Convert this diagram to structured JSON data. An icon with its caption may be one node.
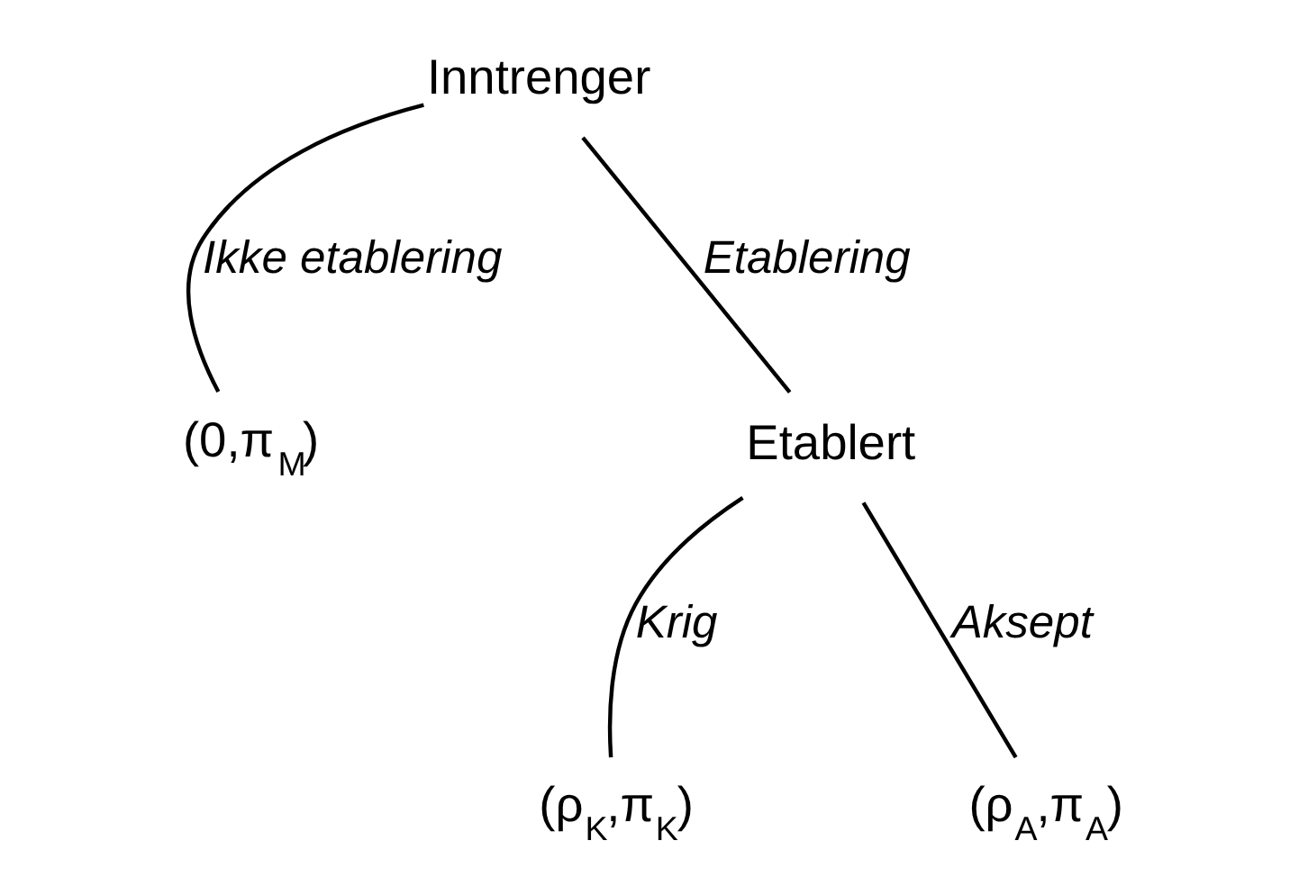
{
  "diagram": {
    "nodes": [
      {
        "text": [
          "Inntrenger"
        ]
      },
      {
        "text": [
          "(0,π$_{M}$)"
        ]
      },
      {
        "text": [
          "Etablert"
        ]
      },
      {
        "text": [
          "(ρ$_{K}$,π$_{K}$)"
        ]
      },
      {
        "text": [
          "(ρ$_{A}$,π$_{A}$)"
        ]
      }
    ],
    "edges": [
      {
        "from": 0,
        "to": 1,
        "arrow": "none",
        "label": "Ikke etablering"
      },
      {
        "from": 0,
        "to": 2,
        "arrow": "none",
        "label": "Etablering"
      },
      {
        "from": 2,
        "to": 3,
        "arrow": "none",
        "label": "Krig"
      },
      {
        "from": 2,
        "to": 4,
        "arrow": "none",
        "label": "Aksept"
      }
    ]
  }
}
